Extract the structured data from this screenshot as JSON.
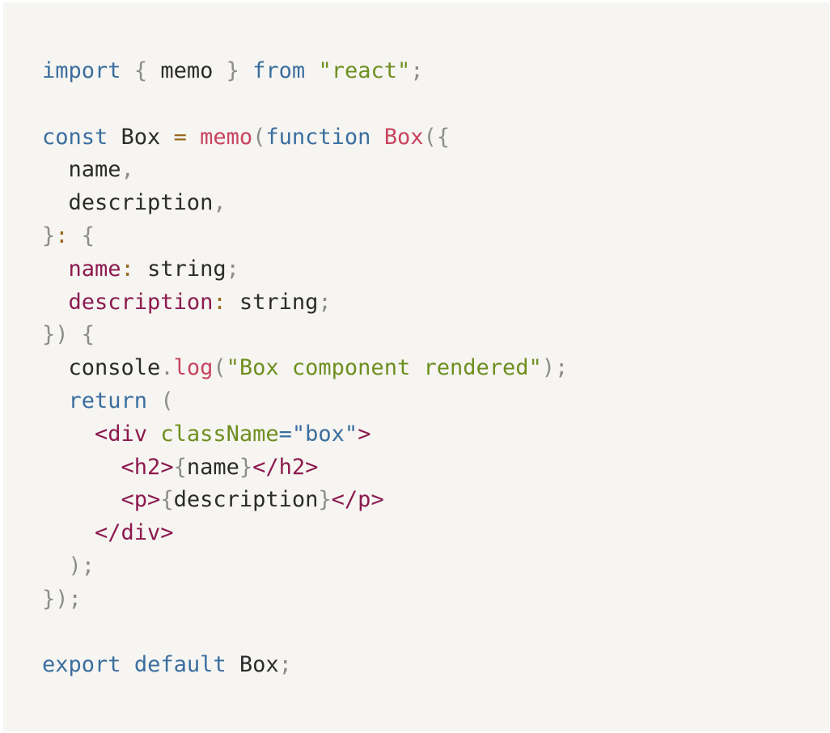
{
  "editor": {
    "colors": {
      "background": "#f6f5f2",
      "keyword": "#3a6e9e",
      "punctuation": "#8c8c8c",
      "operator": "#9a6a1f",
      "text": "#2b2b2b",
      "string": "#6e8f1f",
      "function": "#c9445e",
      "property": "#8c1a4f",
      "jsx_tag": "#8c1a4f",
      "jsx_attribute": "#6e8f1f",
      "jsx_attribute_value": "#3a6e9e"
    },
    "lines": [
      [
        {
          "t": "import",
          "k": "keyword"
        },
        {
          "t": " ",
          "k": "plain"
        },
        {
          "t": "{",
          "k": "punct"
        },
        {
          "t": " memo ",
          "k": "plain"
        },
        {
          "t": "}",
          "k": "punct"
        },
        {
          "t": " ",
          "k": "plain"
        },
        {
          "t": "from",
          "k": "keyword"
        },
        {
          "t": " ",
          "k": "plain"
        },
        {
          "t": "\"react\"",
          "k": "string"
        },
        {
          "t": ";",
          "k": "punct"
        }
      ],
      [],
      [
        {
          "t": "const",
          "k": "keyword"
        },
        {
          "t": " Box ",
          "k": "plain"
        },
        {
          "t": "=",
          "k": "operator"
        },
        {
          "t": " ",
          "k": "plain"
        },
        {
          "t": "memo",
          "k": "func"
        },
        {
          "t": "(",
          "k": "punct"
        },
        {
          "t": "function",
          "k": "keyword"
        },
        {
          "t": " ",
          "k": "plain"
        },
        {
          "t": "Box",
          "k": "func"
        },
        {
          "t": "({",
          "k": "punct"
        }
      ],
      [
        {
          "t": "  name",
          "k": "plain"
        },
        {
          "t": ",",
          "k": "punct"
        }
      ],
      [
        {
          "t": "  description",
          "k": "plain"
        },
        {
          "t": ",",
          "k": "punct"
        }
      ],
      [
        {
          "t": "}",
          "k": "punct"
        },
        {
          "t": ":",
          "k": "operator"
        },
        {
          "t": " ",
          "k": "plain"
        },
        {
          "t": "{",
          "k": "punct"
        }
      ],
      [
        {
          "t": "  ",
          "k": "plain"
        },
        {
          "t": "name",
          "k": "prop"
        },
        {
          "t": ":",
          "k": "operator"
        },
        {
          "t": " string",
          "k": "plain"
        },
        {
          "t": ";",
          "k": "punct"
        }
      ],
      [
        {
          "t": "  ",
          "k": "plain"
        },
        {
          "t": "description",
          "k": "prop"
        },
        {
          "t": ":",
          "k": "operator"
        },
        {
          "t": " string",
          "k": "plain"
        },
        {
          "t": ";",
          "k": "punct"
        }
      ],
      [
        {
          "t": "})",
          "k": "punct"
        },
        {
          "t": " ",
          "k": "plain"
        },
        {
          "t": "{",
          "k": "punct"
        }
      ],
      [
        {
          "t": "  console",
          "k": "plain"
        },
        {
          "t": ".",
          "k": "punct"
        },
        {
          "t": "log",
          "k": "func"
        },
        {
          "t": "(",
          "k": "punct"
        },
        {
          "t": "\"Box component rendered\"",
          "k": "string"
        },
        {
          "t": ");",
          "k": "punct"
        }
      ],
      [
        {
          "t": "  ",
          "k": "plain"
        },
        {
          "t": "return",
          "k": "keyword"
        },
        {
          "t": " ",
          "k": "plain"
        },
        {
          "t": "(",
          "k": "punct"
        }
      ],
      [
        {
          "t": "    ",
          "k": "plain"
        },
        {
          "t": "<div",
          "k": "tag"
        },
        {
          "t": " ",
          "k": "plain"
        },
        {
          "t": "className",
          "k": "attr"
        },
        {
          "t": "=",
          "k": "attrval"
        },
        {
          "t": "\"box\"",
          "k": "attrval"
        },
        {
          "t": ">",
          "k": "tag"
        }
      ],
      [
        {
          "t": "      ",
          "k": "plain"
        },
        {
          "t": "<h2>",
          "k": "tag"
        },
        {
          "t": "{",
          "k": "punct"
        },
        {
          "t": "name",
          "k": "plain"
        },
        {
          "t": "}",
          "k": "punct"
        },
        {
          "t": "</h2>",
          "k": "tag"
        }
      ],
      [
        {
          "t": "      ",
          "k": "plain"
        },
        {
          "t": "<p>",
          "k": "tag"
        },
        {
          "t": "{",
          "k": "punct"
        },
        {
          "t": "description",
          "k": "plain"
        },
        {
          "t": "}",
          "k": "punct"
        },
        {
          "t": "</p>",
          "k": "tag"
        }
      ],
      [
        {
          "t": "    ",
          "k": "plain"
        },
        {
          "t": "</div>",
          "k": "tag"
        }
      ],
      [
        {
          "t": "  );",
          "k": "punct"
        }
      ],
      [
        {
          "t": "});",
          "k": "punct"
        }
      ],
      [],
      [
        {
          "t": "export",
          "k": "keyword"
        },
        {
          "t": " ",
          "k": "plain"
        },
        {
          "t": "default",
          "k": "keyword"
        },
        {
          "t": " Box",
          "k": "plain"
        },
        {
          "t": ";",
          "k": "punct"
        }
      ]
    ]
  }
}
